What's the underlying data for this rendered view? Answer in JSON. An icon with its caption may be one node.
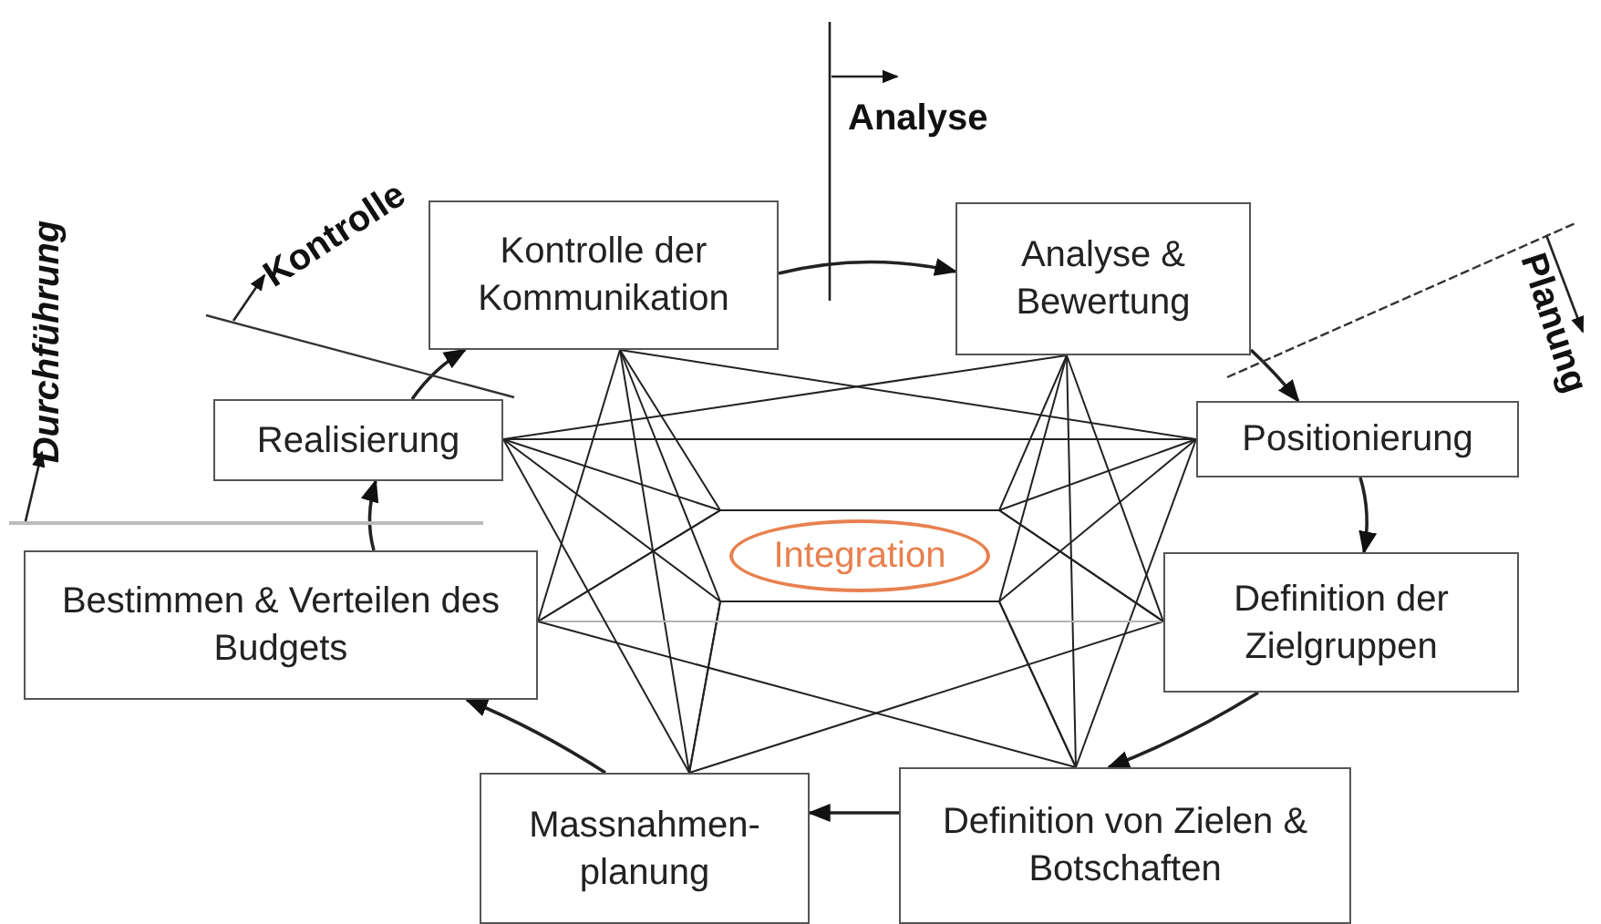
{
  "diagram": {
    "nodes": [
      {
        "text": [
          "Kontrolle der Kommunikation"
        ]
      },
      {
        "text": [
          "Analyse & Bewertung"
        ]
      },
      {
        "text": [
          "Realisierung"
        ]
      },
      {
        "text": [
          "Positionierung"
        ]
      },
      {
        "text": [
          "Integration"
        ]
      },
      {
        "text": [
          "Bestimmen & Verteilen des Budgets"
        ]
      },
      {
        "text": [
          "Definition der Zielgruppen"
        ]
      },
      {
        "text": [
          "Massnahmen- planung"
        ]
      },
      {
        "text": [
          "Definition von Zielen & Botschaften"
        ]
      }
    ],
    "edges": [
      {
        "from": 0,
        "to": 1,
        "arrow": "to"
      },
      {
        "from": 1,
        "to": 3,
        "arrow": "to"
      },
      {
        "from": 3,
        "to": 6,
        "arrow": "to"
      },
      {
        "from": 6,
        "to": 8,
        "arrow": "to"
      },
      {
        "from": 8,
        "to": 7,
        "arrow": "to"
      },
      {
        "from": 7,
        "to": 5,
        "arrow": "to"
      },
      {
        "from": 5,
        "to": 2,
        "arrow": "to"
      },
      {
        "from": 2,
        "to": 0,
        "arrow": "to"
      },
      {
        "from": 0,
        "to": 3,
        "arrow": "none"
      },
      {
        "from": 0,
        "to": 6,
        "arrow": "none"
      },
      {
        "from": 0,
        "to": 8,
        "arrow": "none"
      },
      {
        "from": 0,
        "to": 7,
        "arrow": "none"
      },
      {
        "from": 0,
        "to": 5,
        "arrow": "none"
      },
      {
        "from": 1,
        "to": 6,
        "arrow": "none"
      },
      {
        "from": 1,
        "to": 8,
        "arrow": "none"
      },
      {
        "from": 1,
        "to": 7,
        "arrow": "none"
      },
      {
        "from": 1,
        "to": 5,
        "arrow": "none"
      },
      {
        "from": 1,
        "to": 2,
        "arrow": "none"
      },
      {
        "from": 3,
        "to": 8,
        "arrow": "none"
      },
      {
        "from": 3,
        "to": 7,
        "arrow": "none"
      },
      {
        "from": 3,
        "to": 5,
        "arrow": "none"
      },
      {
        "from": 3,
        "to": 2,
        "arrow": "none"
      },
      {
        "from": 6,
        "to": 7,
        "arrow": "none"
      },
      {
        "from": 6,
        "to": 5,
        "arrow": "none",
        "color": "#b4b4b4"
      },
      {
        "from": 6,
        "to": 2,
        "arrow": "none"
      },
      {
        "from": 8,
        "to": 5,
        "arrow": "none"
      },
      {
        "from": 8,
        "to": 2,
        "arrow": "none"
      },
      {
        "from": 7,
        "to": 2,
        "arrow": "none"
      }
    ],
    "labels": [
      "Analyse",
      "Planung",
      "Kontrolle",
      "Durchführung"
    ]
  }
}
